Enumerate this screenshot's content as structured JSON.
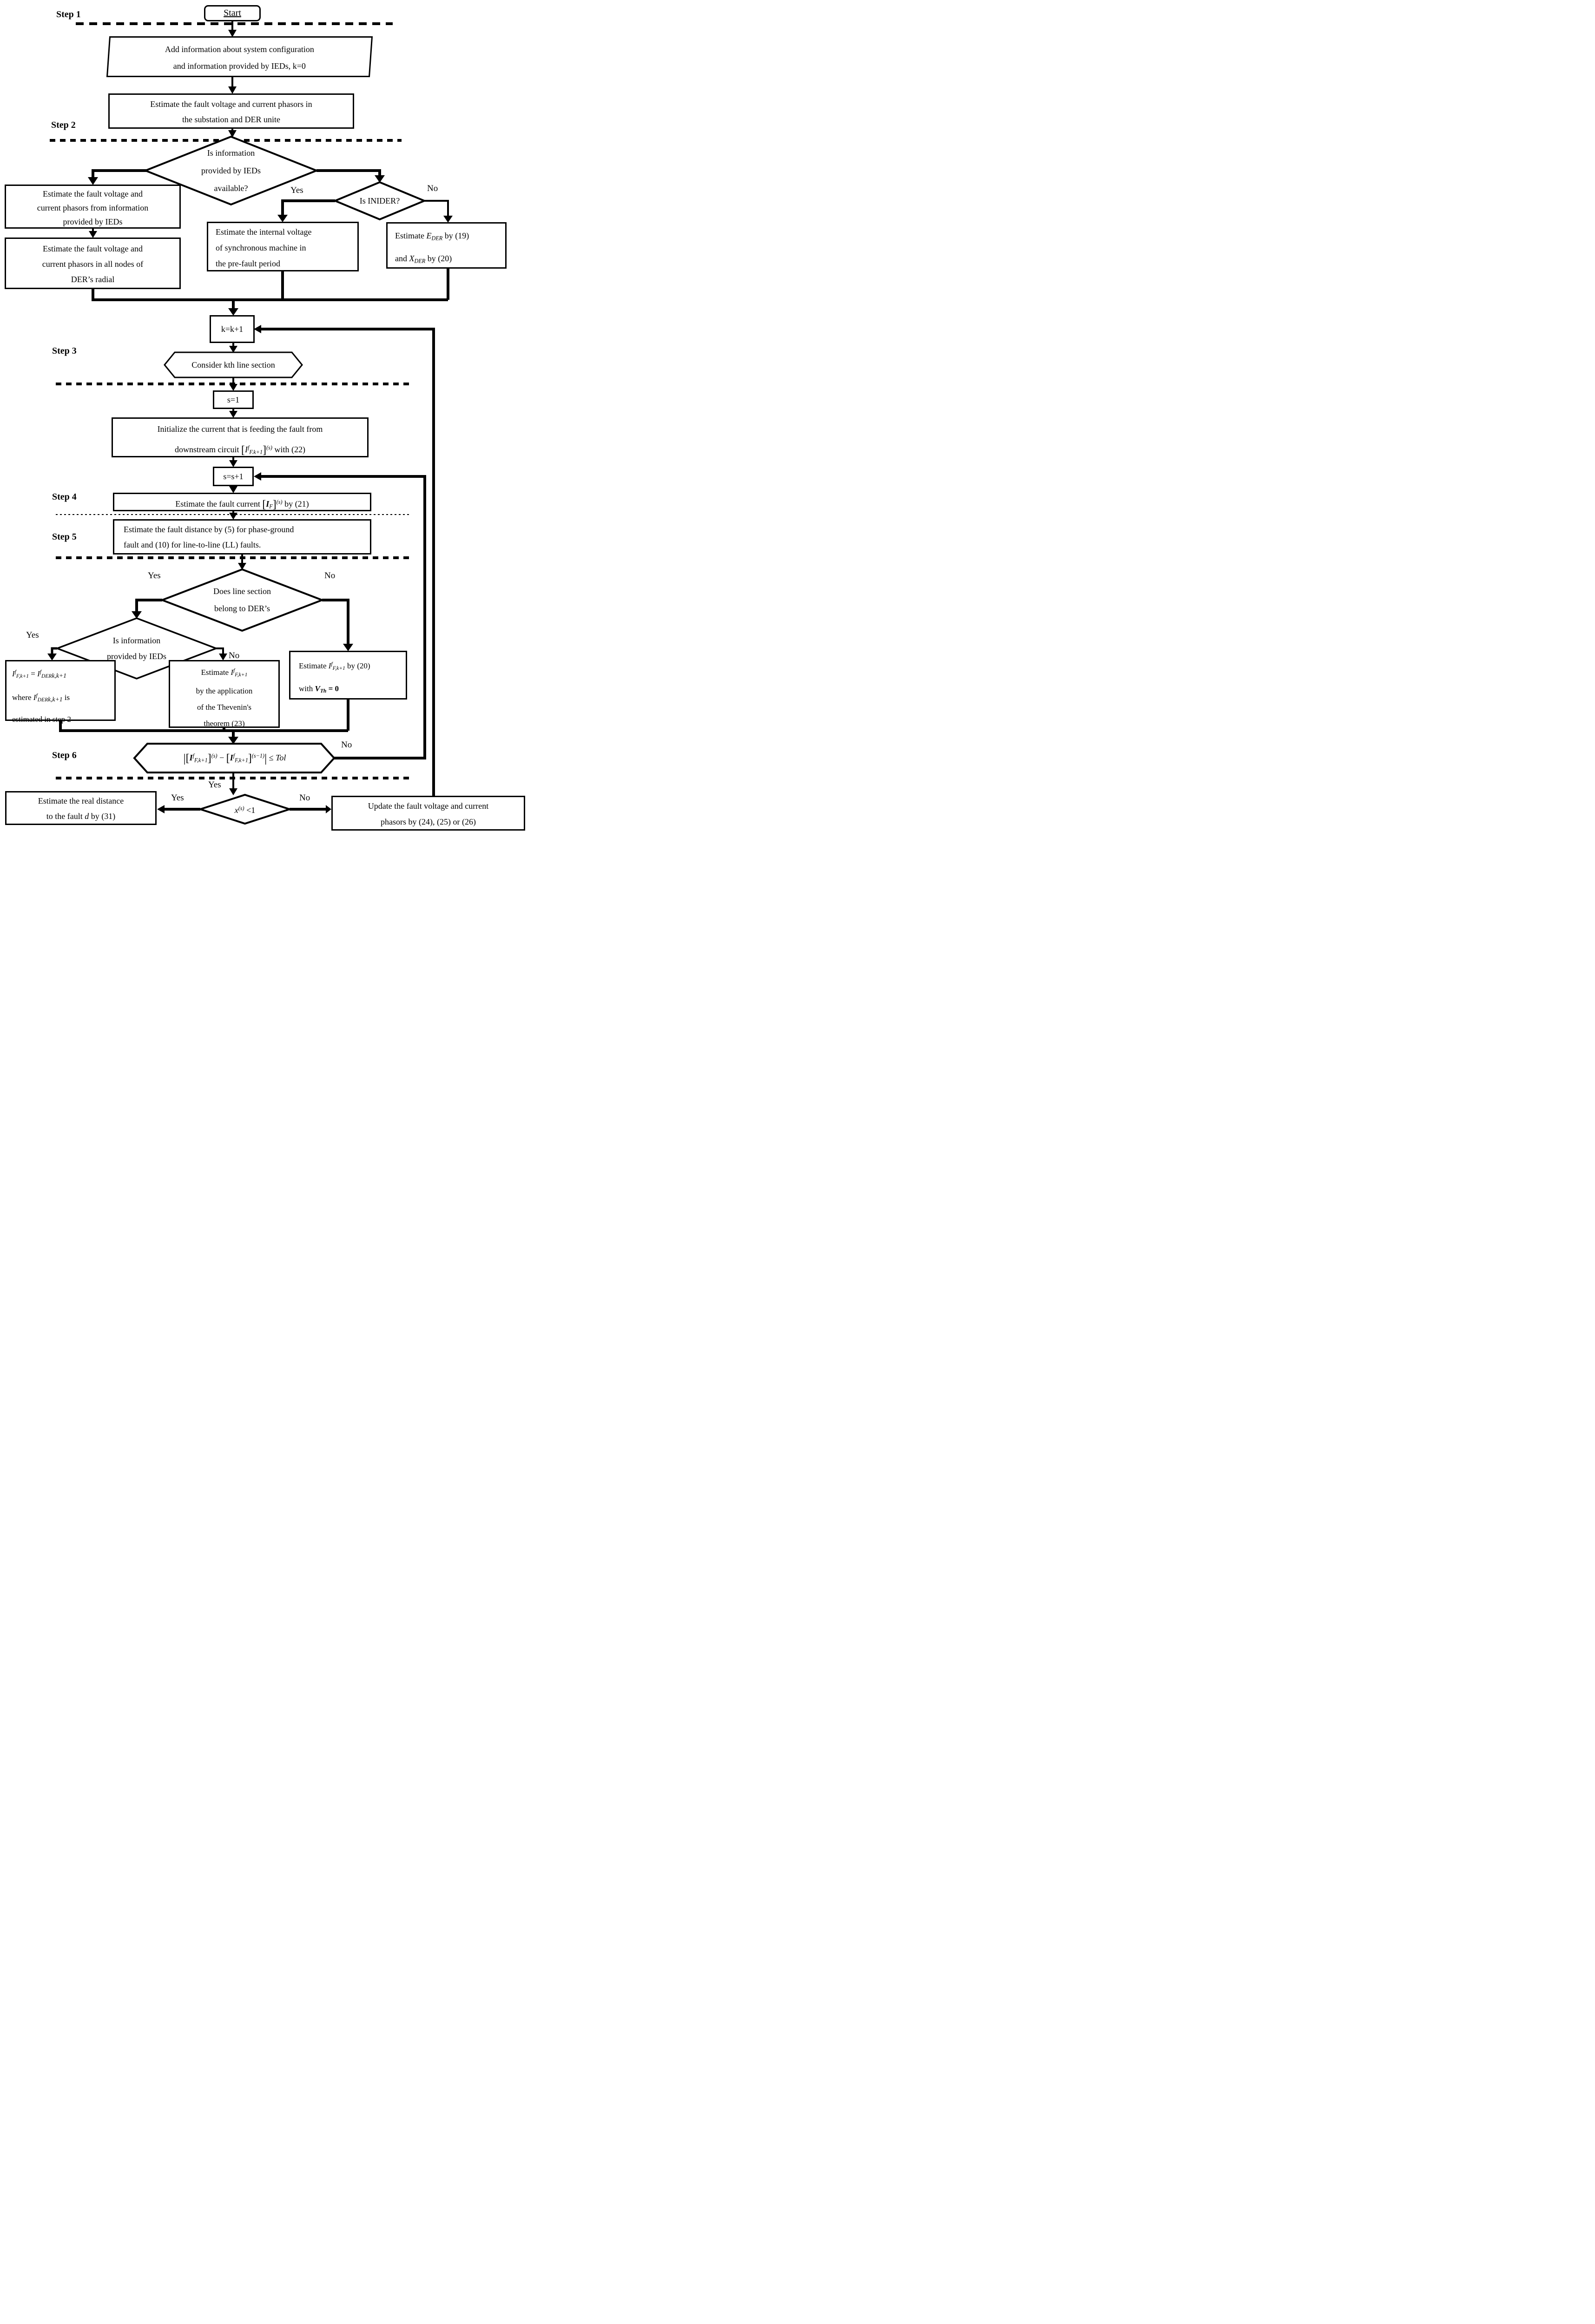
{
  "steps": {
    "s1": "Step 1",
    "s2": "Step 2",
    "s3": "Step 3",
    "s4": "Step 4",
    "s5": "Step 5",
    "s6": "Step 6"
  },
  "nodes": {
    "start": {
      "label": "Start"
    },
    "add_info": {
      "line1": "Add information about system configuration",
      "line2": "and information provided by IEDs, k=0"
    },
    "estimate_substation": {
      "line1": "Estimate the fault voltage and current phasors in",
      "line2": "the substation and DER unite"
    },
    "ied_available": {
      "line1": "Is information",
      "line2": "provided by IEDs",
      "line3": "available?"
    },
    "est_from_ieds": {
      "line1": "Estimate the fault voltage and",
      "line2": "current phasors from information",
      "line3": "provided by IEDs"
    },
    "est_all_nodes": {
      "line1": "Estimate the fault voltage and",
      "line2": "current phasors in all nodes of",
      "line3": "DER’s radial"
    },
    "is_inider": {
      "label": "Is INIDER?"
    },
    "internal_voltage": {
      "line1": "Estimate the internal voltage",
      "line2": "of synchronous machine in",
      "line3": "the pre-fault period"
    },
    "eder": {
      "t1": "Estimate ",
      "v1": "E",
      "s1": "DER",
      "t2": " by (19)",
      "t3": "and ",
      "v2": "X",
      "s2": "DER",
      "t4": " by (20)"
    },
    "k_inc": {
      "label": "k=k+1"
    },
    "consider_kth": {
      "label": "Consider kth line section"
    },
    "s_init": {
      "label": "s=1"
    },
    "init_current": {
      "line1": "Initialize the current that is feeding the fault from",
      "t1": "downstream circuit ",
      "lb": "[",
      "v": "I",
      "sup": "f",
      "sub": "F.k+1",
      "rb": "]",
      "sup2": "(s)",
      "t2": " with (22)"
    },
    "s_inc": {
      "label": "s=s+1"
    },
    "est_fault_current": {
      "t1": "Estimate the fault current ",
      "lb": "[",
      "v": "I",
      "sub": "F",
      "rb": "]",
      "sup": "(s)",
      "t2": " by (21)"
    },
    "est_fault_distance": {
      "line1": "Estimate the fault distance by (5) for phase-ground",
      "line2": "fault and (10) for line-to-line (LL) faults."
    },
    "belongs_der": {
      "line1": "Does line section",
      "line2": "belong to DER’s"
    },
    "ied_provided": {
      "line1": "Is information",
      "line2": "provided by IEDs"
    },
    "formula_assign": {
      "v1": "I",
      "sup1": "f",
      "sub1": "F,k+1",
      "eq": " = ",
      "v2": "I",
      "sup2": "f",
      "sub2": "DER",
      "sub2b": "k,k+1",
      "t1": "where ",
      "v3": "I",
      "sup3": "f",
      "sub3": "DER",
      "sub3b": "k,k+1",
      "t2": " is",
      "line3": "estimated in step 2"
    },
    "thevenin": {
      "t1": "Estimate ",
      "v": "I",
      "sup": "f",
      "sub": "F,k+1",
      "line2": "by the application",
      "line3": "of the Thevenin's",
      "line4": "theorem (23)"
    },
    "vth_zero": {
      "t1": "Estimate ",
      "v": "I",
      "sup": "f",
      "sub": "F,k+1",
      "t2": " by (20)",
      "t3": "with  ",
      "v2": "V",
      "sub2": "Th",
      "t4": " = 0"
    },
    "convergence": {
      "b1": "|",
      "lb1": "[",
      "v1": "I",
      "sup1": "f",
      "sub1": "F,k+1",
      "rb1": "]",
      "sup2": "(s)",
      "mi": " − ",
      "lb2": "[",
      "v2": "I",
      "sup3": "f",
      "sub3": "F,k+1",
      "rb2": "]",
      "sup4": "(s−1)",
      "b2": "|",
      "t": " ≤ ",
      "tol": "Tol"
    },
    "x_check": {
      "v": "x",
      "sup": "(s)",
      "t": " <1"
    },
    "real_distance": {
      "line1": "Estimate the real distance",
      "t1": "to the fault ",
      "v": "d",
      "t2": " by (31)"
    },
    "update_phasors": {
      "line1": "Update the fault voltage and current",
      "line2": "phasors by (24), (25) or (26)"
    }
  },
  "edge_labels": {
    "yes_inider": "Yes",
    "no_inider": "No",
    "yes_der": "Yes",
    "no_der": "No",
    "yes_ied": "Yes",
    "no_ied": "No",
    "no_conv": "No",
    "yes_conv": "Yes",
    "yes_x": "Yes",
    "no_x": "No"
  },
  "colors": {
    "ink": "#000000",
    "background": "#ffffff"
  }
}
